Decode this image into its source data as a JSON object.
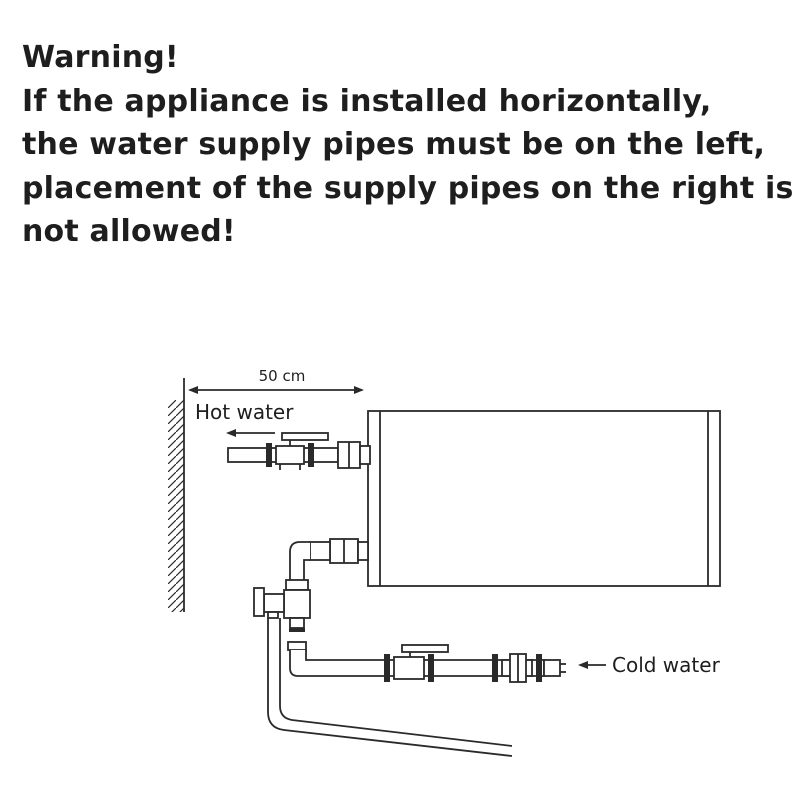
{
  "warning": {
    "lines": [
      "Warning!",
      "If the appliance is installed horizontally,",
      "the water supply pipes must be on the left,",
      "placement of the supply pipes on the right is",
      "not allowed!"
    ]
  },
  "diagram": {
    "dimension_label": "50 cm",
    "hot_water_label": "Hot water",
    "cold_water_label": "Cold water"
  }
}
